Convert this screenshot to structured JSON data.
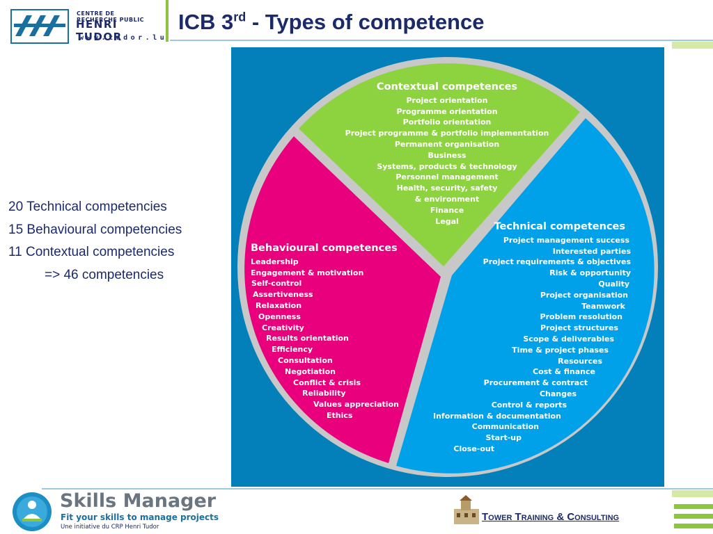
{
  "header": {
    "logo_line1": "CENTRE DE RECHERCHE PUBLIC",
    "logo_line2": "HENRI TUDOR",
    "logo_url": "www.tudor.lu",
    "title_main": "ICB 3",
    "title_sup": "rd",
    "title_rest": " - Types of competence"
  },
  "summary": {
    "lines": [
      "20 Technical competencies",
      "15 Behavioural competencies",
      "11 Contextual competencies"
    ],
    "result": "=> 46 competencies"
  },
  "diagram": {
    "contextual": {
      "title": "Contextual competences",
      "color": "#8cd33f",
      "items": [
        "Project orientation",
        "Programme orientation",
        "Portfolio orientation",
        "Project programme & portfolio implementation",
        "Permanent organisation",
        "Business",
        "Systems, products & technology",
        "Personnel management",
        "Health, security, safety",
        "& environment",
        "Finance",
        "Legal"
      ]
    },
    "behavioural": {
      "title": "Behavioural competences",
      "color": "#e8007c",
      "items": [
        "Leadership",
        "Engagement & motivation",
        "Self-control",
        "Assertiveness",
        "Relaxation",
        "Openness",
        "Creativity",
        "Results orientation",
        "Efficiency",
        "Consultation",
        "Negotiation",
        "Conflict & crisis",
        "Reliability",
        "Values appreciation",
        "Ethics"
      ]
    },
    "technical": {
      "title": "Technical competences",
      "color": "#00a1e9",
      "items": [
        "Project management success",
        "Interested parties",
        "Project requirements & objectives",
        "Risk & opportunity",
        "Quality",
        "Project organisation",
        "Teamwork",
        "Problem resolution",
        "Project structures",
        "Scope & deliverables",
        "Time & project phases",
        "Resources",
        "Cost & finance",
        "Procurement & contract",
        "Changes",
        "Control & reports",
        "Information & documentation",
        "Communication",
        "Start-up",
        "Close-out"
      ]
    },
    "background_color": "#0380b9",
    "ring_color": "#c8c8c8"
  },
  "footer": {
    "skills_title": "Skills Manager",
    "skills_sub": "Fit your skills to manage projects",
    "skills_small": "Une initiative du CRP Henri Tudor",
    "ttc": "Tower Training & Consulting"
  }
}
